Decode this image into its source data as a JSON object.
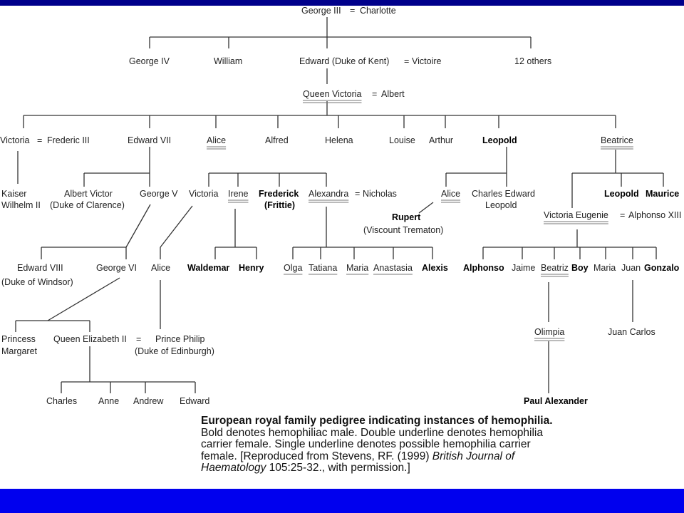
{
  "people": [
    {
      "id": "george3",
      "label": "George III",
      "bold": false,
      "underline": 0
    },
    {
      "id": "charlotte",
      "label": "Charlotte",
      "bold": false,
      "underline": 0
    },
    {
      "id": "george4",
      "label": "George IV",
      "bold": false,
      "underline": 0
    },
    {
      "id": "william",
      "label": "William",
      "bold": false,
      "underline": 0
    },
    {
      "id": "edward_kent",
      "label": "Edward  (Duke of Kent)",
      "bold": false,
      "underline": 0
    },
    {
      "id": "victoire",
      "label": "Victoire",
      "bold": false,
      "underline": 0
    },
    {
      "id": "others12",
      "label": "12 others",
      "bold": false,
      "underline": 0
    },
    {
      "id": "queen_victoria",
      "label": "Queen Victoria",
      "bold": false,
      "underline": 2
    },
    {
      "id": "albert",
      "label": "Albert",
      "bold": false,
      "underline": 0
    },
    {
      "id": "victoria_pr",
      "label": "Victoria",
      "bold": false,
      "underline": 0
    },
    {
      "id": "frederic3",
      "label": "Frederic III",
      "bold": false,
      "underline": 0
    },
    {
      "id": "edward7",
      "label": "Edward VII",
      "bold": false,
      "underline": 0
    },
    {
      "id": "alice",
      "label": "Alice",
      "bold": false,
      "underline": 2
    },
    {
      "id": "alfred",
      "label": "Alfred",
      "bold": false,
      "underline": 0
    },
    {
      "id": "helena",
      "label": "Helena",
      "bold": false,
      "underline": 0
    },
    {
      "id": "louise",
      "label": "Louise",
      "bold": false,
      "underline": 0
    },
    {
      "id": "arthur",
      "label": "Arthur",
      "bold": false,
      "underline": 0
    },
    {
      "id": "leopold",
      "label": "Leopold",
      "bold": true,
      "underline": 0
    },
    {
      "id": "beatrice",
      "label": "Beatrice",
      "bold": false,
      "underline": 2
    },
    {
      "id": "kaiser1",
      "label": "Kaiser",
      "bold": false,
      "underline": 0
    },
    {
      "id": "kaiser2",
      "label": "Wilhelm II",
      "bold": false,
      "underline": 0
    },
    {
      "id": "albert_victor1",
      "label": "Albert Victor",
      "bold": false,
      "underline": 0
    },
    {
      "id": "albert_victor2",
      "label": "(Duke of Clarence)",
      "bold": false,
      "underline": 0
    },
    {
      "id": "george5",
      "label": "George V",
      "bold": false,
      "underline": 0
    },
    {
      "id": "victoria_h",
      "label": "Victoria",
      "bold": false,
      "underline": 0
    },
    {
      "id": "irene",
      "label": "Irene",
      "bold": false,
      "underline": 2
    },
    {
      "id": "frederick1",
      "label": "Frederick",
      "bold": true,
      "underline": 0
    },
    {
      "id": "frederick2",
      "label": "(Frittie)",
      "bold": true,
      "underline": 0
    },
    {
      "id": "alexandra",
      "label": "Alexandra",
      "bold": false,
      "underline": 2
    },
    {
      "id": "nicholas",
      "label": "Nicholas",
      "bold": false,
      "underline": 0
    },
    {
      "id": "alice_a",
      "label": "Alice",
      "bold": false,
      "underline": 2
    },
    {
      "id": "charles_edward1",
      "label": "Charles Edward",
      "bold": false,
      "underline": 0
    },
    {
      "id": "charles_edward2",
      "label": "Leopold",
      "bold": false,
      "underline": 0
    },
    {
      "id": "leopold_b",
      "label": "Leopold",
      "bold": true,
      "underline": 0
    },
    {
      "id": "maurice",
      "label": "Maurice",
      "bold": true,
      "underline": 0
    },
    {
      "id": "rupert",
      "label": "Rupert",
      "bold": true,
      "underline": 0
    },
    {
      "id": "rupert2",
      "label": "(Viscount Trematon)",
      "bold": false,
      "underline": 0
    },
    {
      "id": "victoria_eugenie",
      "label": "Victoria Eugenie",
      "bold": false,
      "underline": 2
    },
    {
      "id": "alphonso13",
      "label": "Alphonso XIII",
      "bold": false,
      "underline": 0
    },
    {
      "id": "edward8_1",
      "label": "Edward VIII",
      "bold": false,
      "underline": 0
    },
    {
      "id": "edward8_2",
      "label": "(Duke of Windsor)",
      "bold": false,
      "underline": 0
    },
    {
      "id": "george6",
      "label": "George VI",
      "bold": false,
      "underline": 0
    },
    {
      "id": "alice_b",
      "label": "Alice",
      "bold": false,
      "underline": 0
    },
    {
      "id": "waldemar",
      "label": "Waldemar",
      "bold": true,
      "underline": 0
    },
    {
      "id": "henry",
      "label": "Henry",
      "bold": true,
      "underline": 0
    },
    {
      "id": "olga",
      "label": "Olga",
      "bold": false,
      "underline": 1
    },
    {
      "id": "tatiana",
      "label": "Tatiana",
      "bold": false,
      "underline": 1
    },
    {
      "id": "maria_r",
      "label": "Maria",
      "bold": false,
      "underline": 1
    },
    {
      "id": "anastasia",
      "label": "Anastasia",
      "bold": false,
      "underline": 1
    },
    {
      "id": "alexis",
      "label": "Alexis",
      "bold": true,
      "underline": 0
    },
    {
      "id": "alphonso",
      "label": "Alphonso",
      "bold": true,
      "underline": 0
    },
    {
      "id": "jaime",
      "label": "Jaime",
      "bold": false,
      "underline": 0
    },
    {
      "id": "beatriz",
      "label": "Beatriz",
      "bold": false,
      "underline": 2
    },
    {
      "id": "boy",
      "label": "Boy",
      "bold": true,
      "underline": 0
    },
    {
      "id": "maria_s",
      "label": "Maria",
      "bold": false,
      "underline": 0
    },
    {
      "id": "juan",
      "label": "Juan",
      "bold": false,
      "underline": 0
    },
    {
      "id": "gonzalo",
      "label": "Gonzalo",
      "bold": true,
      "underline": 0
    },
    {
      "id": "princess1",
      "label": "Princess",
      "bold": false,
      "underline": 0
    },
    {
      "id": "princess2",
      "label": "Margaret",
      "bold": false,
      "underline": 0
    },
    {
      "id": "elizabeth2",
      "label": "Queen Elizabeth II",
      "bold": false,
      "underline": 0
    },
    {
      "id": "philip1",
      "label": "Prince Philip",
      "bold": false,
      "underline": 0
    },
    {
      "id": "philip2",
      "label": "(Duke of Edinburgh)",
      "bold": false,
      "underline": 0
    },
    {
      "id": "olimpia",
      "label": "Olimpia",
      "bold": false,
      "underline": 2
    },
    {
      "id": "juan_carlos",
      "label": "Juan Carlos",
      "bold": false,
      "underline": 0
    },
    {
      "id": "charles",
      "label": "Charles",
      "bold": false,
      "underline": 0
    },
    {
      "id": "anne",
      "label": "Anne",
      "bold": false,
      "underline": 0
    },
    {
      "id": "andrew",
      "label": "Andrew",
      "bold": false,
      "underline": 0
    },
    {
      "id": "edward",
      "label": "Edward",
      "bold": false,
      "underline": 0
    },
    {
      "id": "paul_alexander",
      "label": "Paul Alexander",
      "bold": true,
      "underline": 0
    }
  ],
  "marriage_symbol": "=",
  "caption": {
    "title": "European royal family pedigree indicating instances of hemophilia.",
    "body": " Bold denotes hemophiliac male.  Double underline denotes hemophilia carrier female.  Single underline denotes possible hemophilia carrier female. [Reproduced from Stevens, RF. (1999) ",
    "journal": "British Journal of Haematology",
    "tail": " 105:25-32., with permission.]"
  },
  "colors": {
    "top_bar": "#00008b",
    "bottom_bar": "#0000ee",
    "lines": "#333333",
    "text": "#222222"
  }
}
